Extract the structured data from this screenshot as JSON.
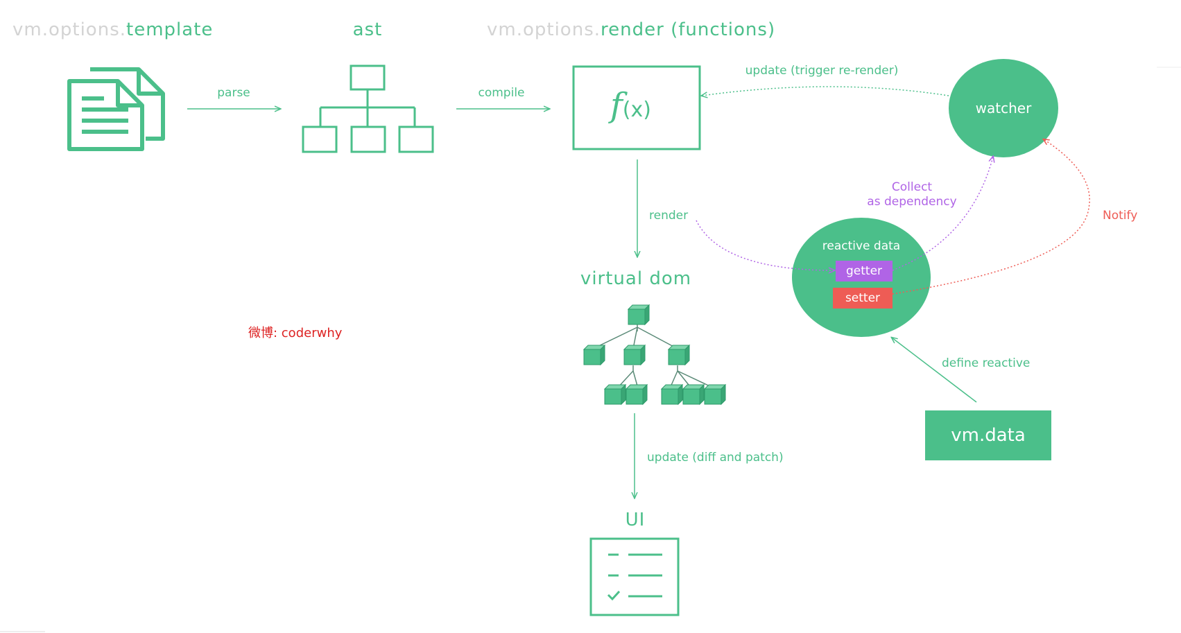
{
  "titles": {
    "template_prefix": "vm.options.",
    "template_main": "template",
    "ast": "ast",
    "render_prefix": "vm.options.",
    "render_main": "render (functions)",
    "virtual_dom": "virtual dom",
    "ui": "UI"
  },
  "edges": {
    "parse": "parse",
    "compile": "compile",
    "update_rerender": "update (trigger re-render)",
    "render": "render",
    "collect_line1": "Collect",
    "collect_line2": "as dependency",
    "notify": "Notify",
    "define_reactive": "define reactive",
    "update_diff": "update (diff and patch)"
  },
  "nodes": {
    "function_f": "f",
    "function_x": "(x)",
    "watcher": "watcher",
    "reactive_data": "reactive data",
    "getter": "getter",
    "setter": "setter",
    "vm_data": "vm.data"
  },
  "watermark": "微博: coderwhy",
  "colors": {
    "green": "#4bbf8a",
    "purple": "#b064e6",
    "red": "#ee5c55",
    "muted": "#d3d3d3"
  }
}
